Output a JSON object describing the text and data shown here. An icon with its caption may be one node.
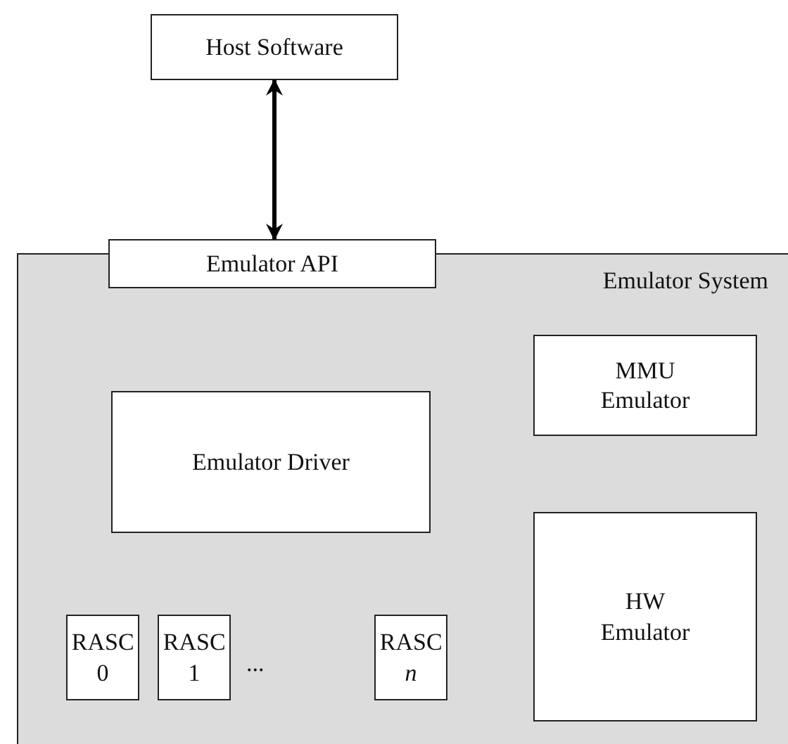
{
  "diagram": {
    "nodes": [
      {
        "text": [
          "Host Software"
        ]
      },
      {
        "text": [
          "Emulator API"
        ]
      },
      {
        "text": [
          "Emulator System"
        ]
      },
      {
        "text": [
          "MMU Emulator"
        ],
        "in": 2
      },
      {
        "text": [
          "Emulator Driver"
        ],
        "in": 2
      },
      {
        "text": [
          "HW Emulator"
        ],
        "in": 2
      },
      {
        "text": [
          "RASC 0"
        ],
        "in": 2
      },
      {
        "text": [
          "RASC 1"
        ],
        "in": 2
      },
      {
        "text": [
          "RASC *n*"
        ],
        "in": 2
      }
    ],
    "edges": [
      {
        "from": 0,
        "to": 1,
        "arrow": "both"
      }
    ],
    "labels": [
      "..."
    ]
  }
}
